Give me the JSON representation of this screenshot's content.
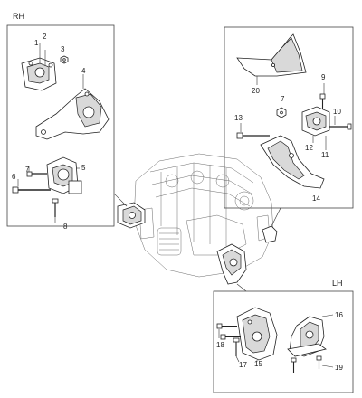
{
  "sections": {
    "rh": "RH",
    "lh": "LH"
  },
  "callouts": {
    "c1": "1",
    "c2": "2",
    "c3": "3",
    "c4": "4",
    "c5": "5",
    "c6": "6",
    "c7": "7",
    "c8": "8",
    "c9": "9",
    "c10": "10",
    "c11": "11",
    "c12": "12",
    "c13": "13",
    "c14": "14",
    "c7b": "7",
    "c20": "20",
    "c15": "15",
    "c16": "16",
    "c17": "17",
    "c18": "18",
    "c19": "19"
  }
}
